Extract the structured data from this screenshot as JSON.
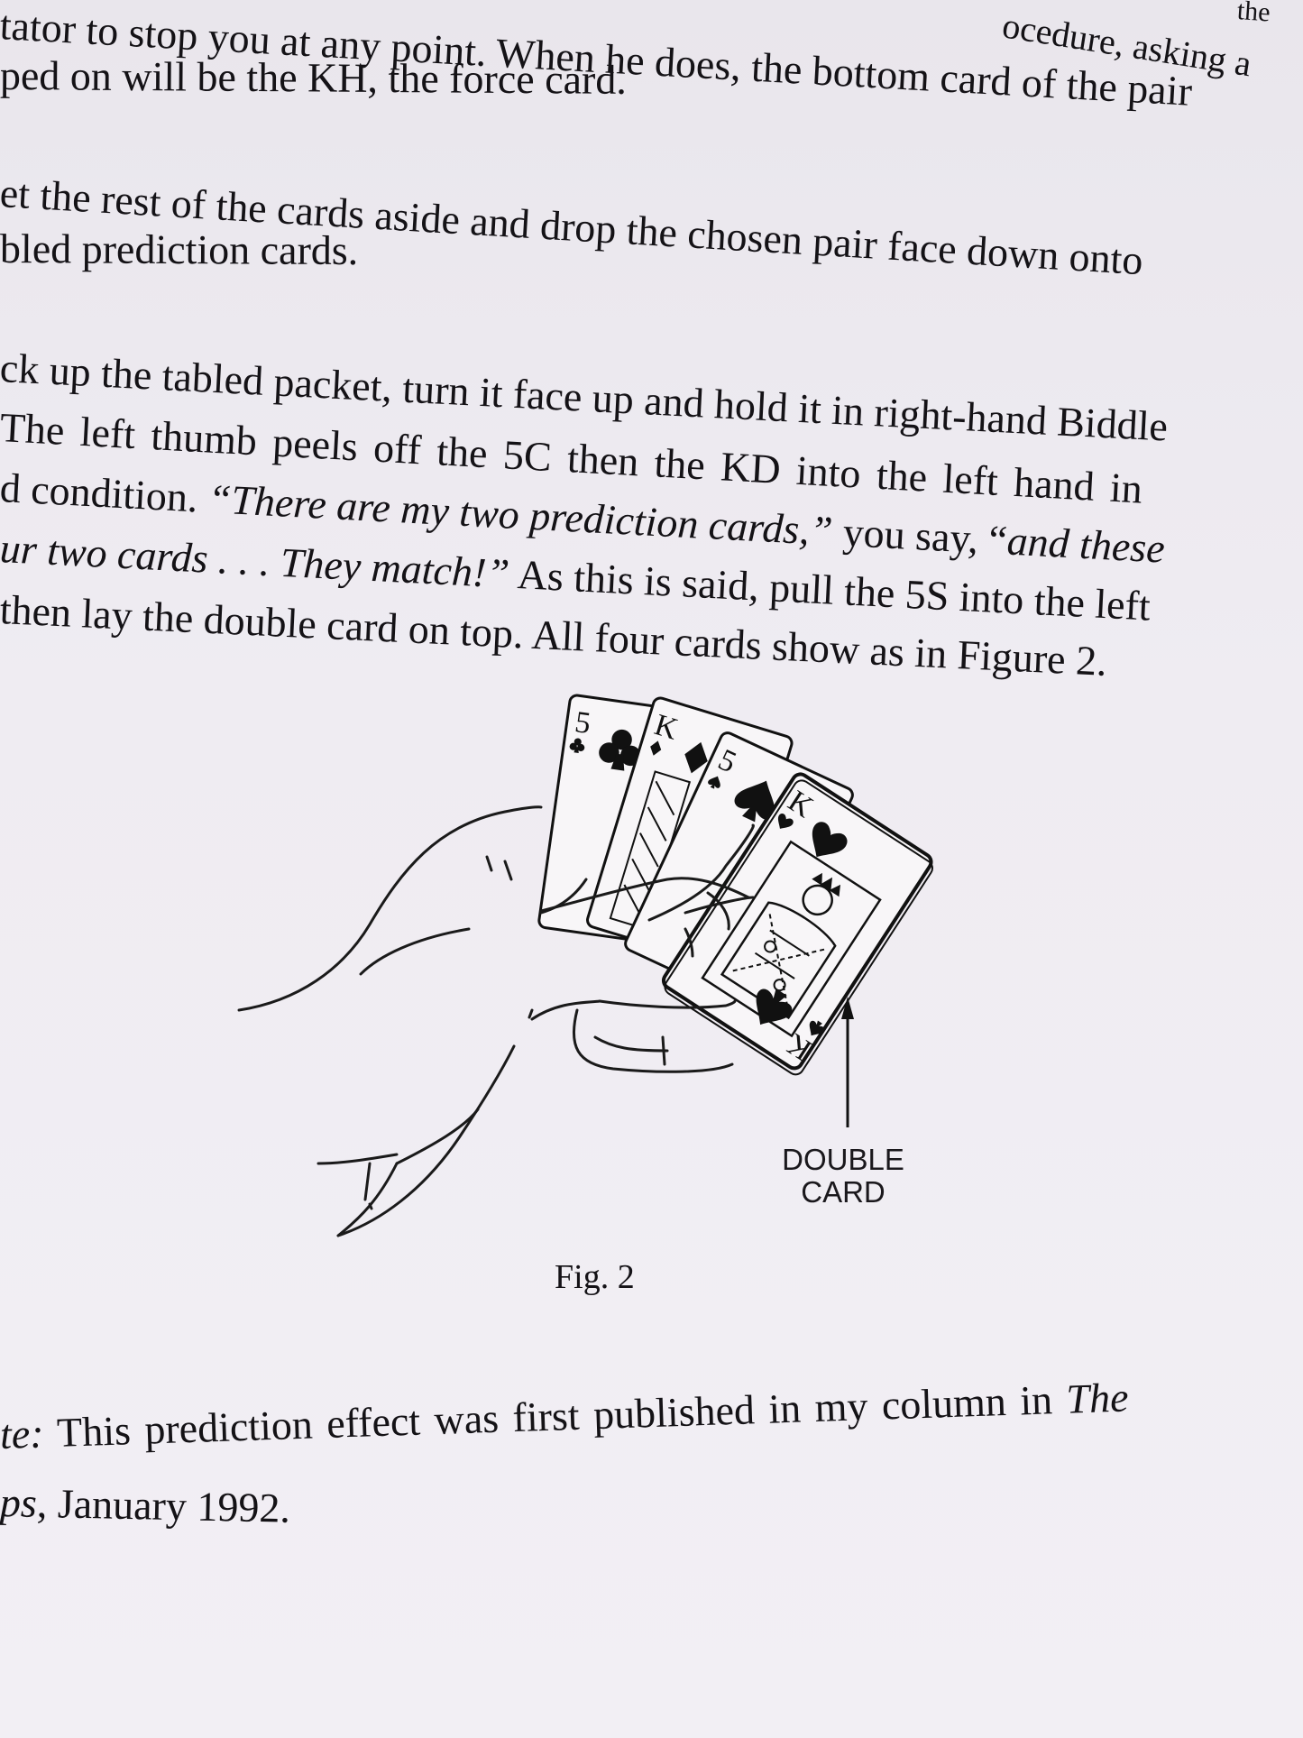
{
  "text_lines": [
    {
      "pre": "",
      "em": "",
      "post": "the"
    },
    {
      "pre": "",
      "em": "",
      "post": "ocedure, asking a"
    },
    {
      "pre": "",
      "em": "",
      "post": "tator to stop you at any point. When he does, the bottom card of the pair"
    },
    {
      "pre": "",
      "em": "",
      "post": "ped on will be the KH, the force card."
    },
    {
      "pre": "",
      "em": "",
      "post": "et the rest of the cards aside and drop the chosen pair face down onto"
    },
    {
      "pre": "",
      "em": "",
      "post": "bled prediction cards."
    },
    {
      "pre": "",
      "em": "",
      "post": "ck up the tabled packet, turn it face up and hold it in right-hand Biddle"
    },
    {
      "pre": "",
      "em": "",
      "post": "The left thumb peels off the 5C then the KD into the left hand in"
    },
    {
      "pre": "d condition. ",
      "em": "“There are my two prediction cards,”",
      "post": " you say, “"
    },
    {
      "pre": "",
      "em": "ur two cards . . . They match!”",
      "post": " As this is said, pull the 5S into the left"
    },
    {
      "pre": "",
      "em": "",
      "post": "then lay the double card on top. All four cards show as in Figure 2."
    },
    {
      "pre": "",
      "em": "te:",
      "post": " This prediction effect was first published in my column in "
    },
    {
      "pre": "",
      "em": "ps",
      "post": ", January 1992."
    }
  ],
  "line9_tail_italic": "and these",
  "line12_tail_italic": "The",
  "figure": {
    "label_line1": "DOUBLE",
    "label_line2": "CARD",
    "caption": "Fig. 2",
    "cards": [
      {
        "rank": "5",
        "suit": "club"
      },
      {
        "rank": "K",
        "suit": "diamond"
      },
      {
        "rank": "5",
        "suit": "spade"
      },
      {
        "rank": "K",
        "suit": "heart"
      }
    ]
  }
}
